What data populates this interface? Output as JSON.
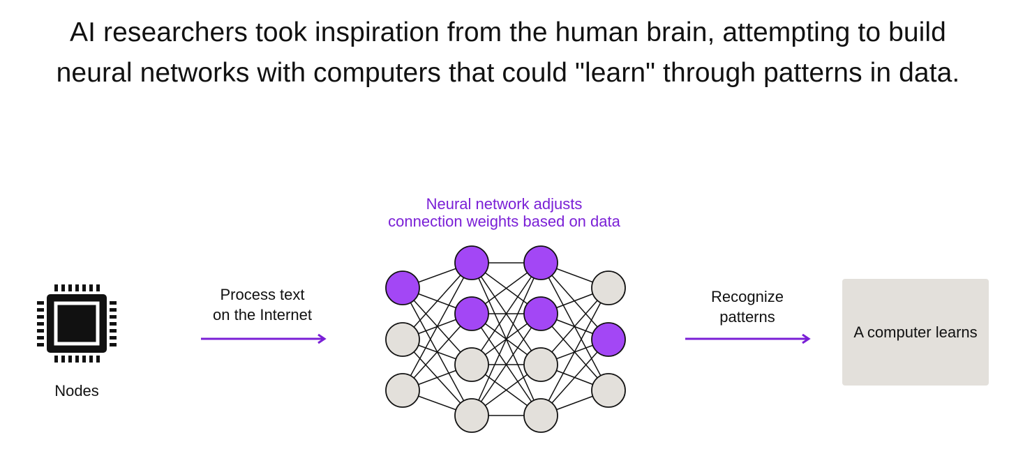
{
  "headline": {
    "line1": "AI researchers took inspiration from the human brain, attempting to build",
    "line2": "neural networks with computers that could \"learn\" through patterns in data."
  },
  "network_caption": {
    "line1": "Neural network adjusts",
    "line2": "connection weights based on data"
  },
  "input_node": {
    "icon": "chip-icon",
    "label": "Nodes"
  },
  "arrow_1_label": {
    "line1": "Process text",
    "line2": "on the Internet"
  },
  "arrow_2_label": {
    "line1": "Recognize",
    "line2": "patterns"
  },
  "output": {
    "label": "A computer learns"
  },
  "network": {
    "layers": [
      {
        "name": "layer-1",
        "active": [
          true,
          false,
          false
        ]
      },
      {
        "name": "layer-2",
        "active": [
          true,
          true,
          false,
          false
        ]
      },
      {
        "name": "layer-3",
        "active": [
          true,
          true,
          false,
          false
        ]
      },
      {
        "name": "layer-4",
        "active": [
          false,
          true,
          false
        ]
      }
    ]
  },
  "colors": {
    "accent": "#7a1fd6",
    "active_node": "#a347f5",
    "inactive_node": "#e3e0db",
    "box_fill": "#e3e0db",
    "text": "#111111"
  }
}
